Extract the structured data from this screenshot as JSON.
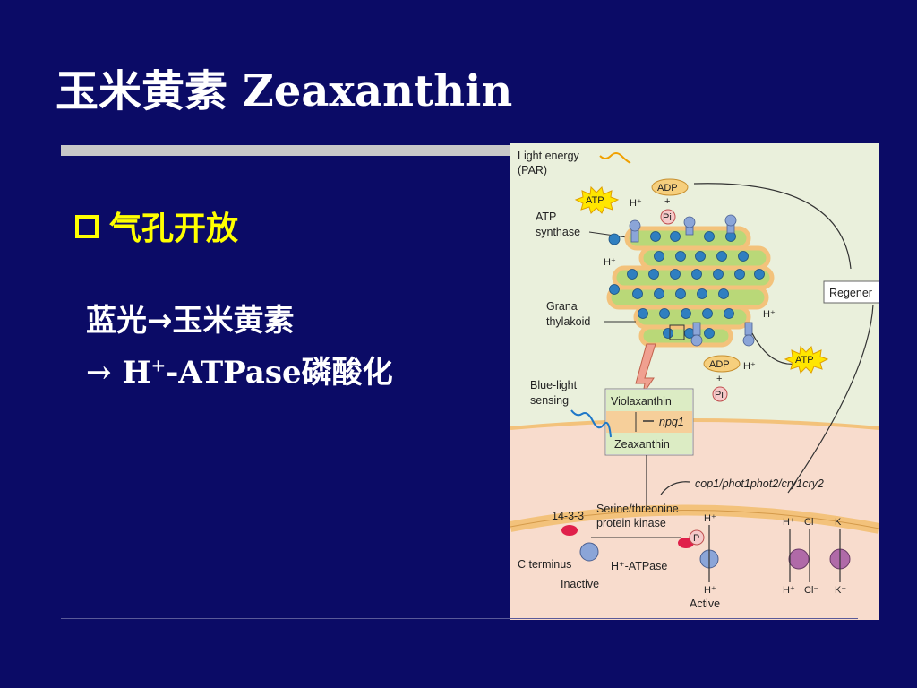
{
  "slide": {
    "title_cn": "玉米黄素",
    "title_en": "Zeaxanthin",
    "bullet": "气孔开放",
    "line1": "蓝光→玉米黄素",
    "line2_prefix": "→ H",
    "line2_sup": "+",
    "line2_rest": "-ATPase磷酸化"
  },
  "figure": {
    "light_energy": "Light energy",
    "par": "(PAR)",
    "atp": "ATP",
    "adp": "ADP",
    "plus": "+",
    "pi": "Pi",
    "h_plus": "H⁺",
    "atp_synthase_1": "ATP",
    "atp_synthase_2": "synthase",
    "grana_1": "Grana",
    "grana_2": "thylakoid",
    "regeneration": "Regener",
    "blue_light_1": "Blue-light",
    "blue_light_2": "sensing",
    "violaxanthin": "Violaxanthin",
    "npq1": "npq1",
    "zeaxanthin": "Zeaxanthin",
    "mutants": "cop1/phot1phot2/cry1cry2",
    "kinase_1": "Serine/threonine",
    "kinase_2": "protein kinase",
    "protein_1433": "14-3-3",
    "p": "P",
    "c_terminus": "C terminus",
    "h_atpase": "H⁺-ATPase",
    "inactive": "Inactive",
    "active": "Active",
    "cl_minus": "Cl⁻",
    "k_plus": "K⁺"
  },
  "colors": {
    "background": "#0b0b66",
    "bullet": "#ffff00",
    "chloroplast": "#eaf0dc",
    "cytoplasm": "#f8dccd",
    "membrane": "#f3c27b",
    "thylakoid": "#b9d878",
    "dot": "#2f7fc0",
    "atp_star": "#ffe600",
    "adp": "#f6cf7d"
  }
}
